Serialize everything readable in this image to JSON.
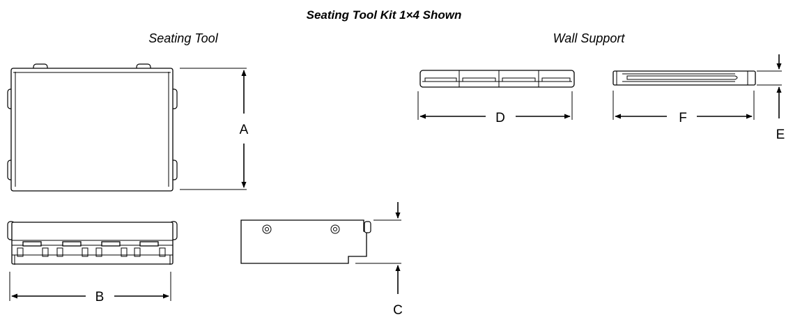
{
  "title": "Seating Tool Kit 1×4 Shown",
  "seating_tool": {
    "label": "Seating Tool"
  },
  "wall_support": {
    "label": "Wall Support"
  },
  "dimensions": {
    "A": "A",
    "B": "B",
    "C": "C",
    "D": "D",
    "E": "E",
    "F": "F"
  }
}
